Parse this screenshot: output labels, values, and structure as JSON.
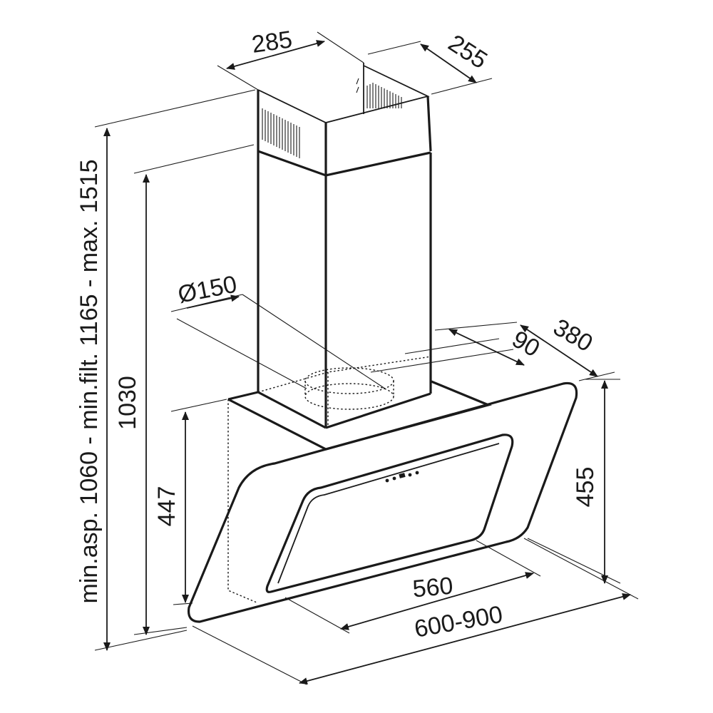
{
  "dimensions": {
    "chimney_width": "285",
    "chimney_depth": "255",
    "duct_diameter": "Ø150",
    "duct_offset": "90",
    "hood_depth": "380",
    "hood_height": "455",
    "panel_height": "447",
    "total_height": "1030",
    "height_range": "min.asp. 1060 - min.filt. 1165 - max. 1515",
    "filter_width": "560",
    "hood_width": "600-900"
  },
  "colors": {
    "line": "#1a1a1a",
    "background": "#ffffff"
  }
}
